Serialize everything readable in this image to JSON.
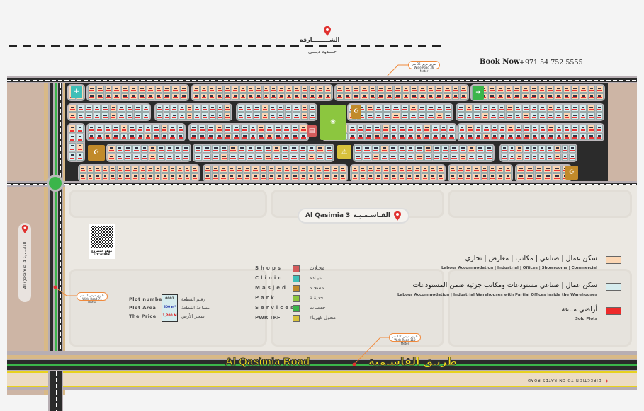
{
  "header": {
    "sharjah_label": "الشـــــــــارقة",
    "dubai_border_label": "حـــدود دبـــي",
    "book_now": "Book Now",
    "phone": "+971 54 752 5555"
  },
  "callouts": {
    "top_road": "طريق عرض 36 متر Wide Road 36 Meter",
    "left_road": "طريق عرض 71 متر Wide Road 71 Meter",
    "bottom_road": "طريق عرض 110 متر Wide Road 110 Meter"
  },
  "location_pin": {
    "label_en": "Al Qasimia 3",
    "label_ar": "القـاسـمـيـة"
  },
  "side_pin": {
    "label": "Al Qasimia 4 القاسمية"
  },
  "qr": {
    "label_ar": "موقع المشروع",
    "label_en": "LOCATION"
  },
  "plot_key": {
    "rows": [
      {
        "en": "Plot number",
        "value": "0001",
        "ar": "رقـم القطعة"
      },
      {
        "en": "Plot Area",
        "value": "600 m²",
        "ar": "مساحة القطعة"
      },
      {
        "en": "The Price",
        "value": "1,200 M",
        "ar": "سعـر الأرض"
      }
    ]
  },
  "amenity_legend": [
    {
      "en": "Shops",
      "ar": "محـلات",
      "color": "#d45b5b"
    },
    {
      "en": "Clinic",
      "ar": "عيـادة",
      "color": "#3fbfb8"
    },
    {
      "en": "Masjed",
      "ar": "مسجـد",
      "color": "#c18a2a"
    },
    {
      "en": "Park",
      "ar": "حديقـة",
      "color": "#8cc63f"
    },
    {
      "en": "Services",
      "ar": "خدمـات",
      "color": "#3bb54a"
    },
    {
      "en": "PWR TRF",
      "ar": "محول كهرباء",
      "color": "#d8c23c"
    }
  ],
  "zoning_legend": [
    {
      "ar": "سكن عمال | صناعي | مكاتب | معارض | تجاري",
      "en": "Labour Accommodation | Industrial | Offices | Showrooms | Commercial",
      "color": "#fcd7b4"
    },
    {
      "ar": "سكن عمال | صناعي مستودعات ومكاتب جزئية ضمن المستودعات",
      "en": "Labour Accommodation | Industrial Warehouses with Partial Offices inside the Warehouses",
      "color": "#d6ecee"
    },
    {
      "ar": "أراضي مباعة",
      "en": "Sold Plots",
      "color": "#ee2a2a"
    }
  ],
  "road": {
    "name_en": "Al Qasimia Road",
    "name_ar": "طريـق القاسـمية",
    "direction": "DIRECTION TO EMIRATES ROAD"
  },
  "colors": {
    "accent": "#f08a3c",
    "pin": "#e0312f",
    "road_label": "#f7e11b"
  }
}
